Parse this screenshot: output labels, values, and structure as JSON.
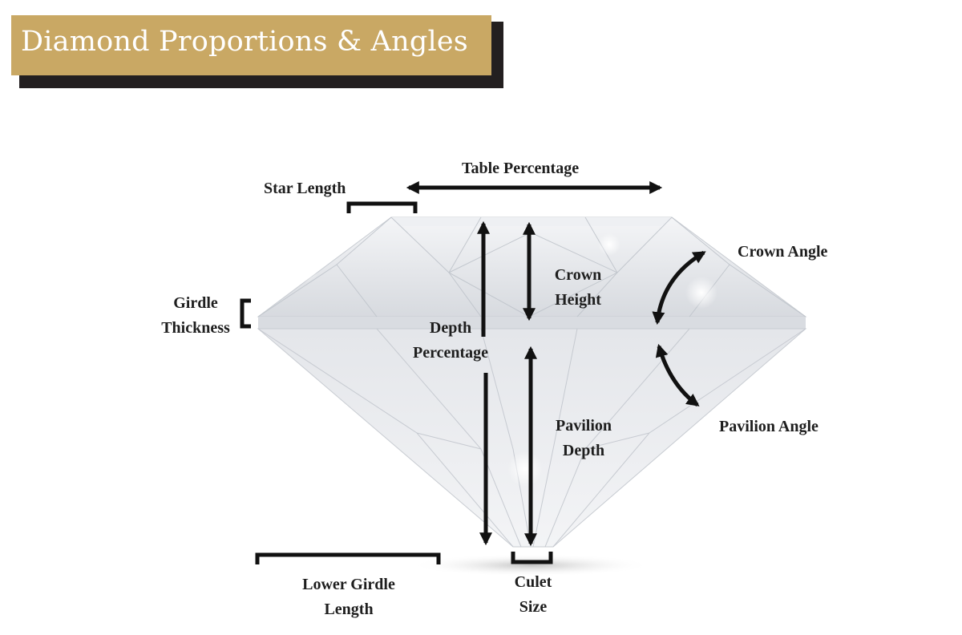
{
  "header": {
    "title": "Diamond Proportions & Angles",
    "colors": {
      "banner": "#c9a864",
      "shadow": "#231f20",
      "text": "#ffffff"
    }
  },
  "labels": {
    "table_percentage": "Table Percentage",
    "star_length": "Star Length",
    "crown_angle": "Crown Angle",
    "crown_height": [
      "Crown",
      "Height"
    ],
    "girdle_thickness": [
      "Girdle",
      "Thickness"
    ],
    "depth_percentage": [
      "Depth",
      "Percentage"
    ],
    "pavilion_depth": [
      "Pavilion",
      "Depth"
    ],
    "pavilion_angle": "Pavilion Angle",
    "lower_girdle_length": [
      "Lower Girdle",
      "Length"
    ],
    "culet_size": [
      "Culet",
      "Size"
    ]
  },
  "colors": {
    "annotation": "#111111",
    "label": "#1e1e1e"
  }
}
